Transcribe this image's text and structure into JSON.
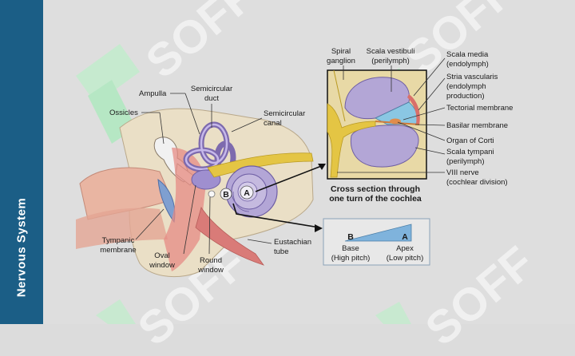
{
  "sidebar": {
    "title": "Nervous  System"
  },
  "watermark": {
    "text": "SOFF"
  },
  "labels": {
    "ampulla": "Ampulla",
    "semicircular_duct": [
      "Semicircular",
      "duct"
    ],
    "ossicles": "Ossicles",
    "semicircular_canal": [
      "Semicircular",
      "canal"
    ],
    "tympanic_membrane": [
      "Tympanic",
      "membrane"
    ],
    "oval_window": [
      "Oval",
      "window"
    ],
    "round_window": [
      "Round",
      "window"
    ],
    "eustachian_tube": [
      "Eustachian",
      "tube"
    ],
    "marker_b": "B",
    "marker_a": "A"
  },
  "cross_section": {
    "spiral_ganglion": [
      "Spiral",
      "ganglion"
    ],
    "scala_vestibuli": [
      "Scala vestibuli",
      "(perilymph)"
    ],
    "scala_media": [
      "Scala media",
      "(endolymph)"
    ],
    "stria_vascularis": [
      "Stria vascularis",
      "(endolymph",
      "production)"
    ],
    "tectorial_membrane": "Tectorial membrane",
    "basilar_membrane": "Basilar membrane",
    "organ_of_corti": "Organ of Corti",
    "scala_tympani": [
      "Scala tympani",
      "(perilymph)"
    ],
    "viii_nerve": [
      "VIII nerve",
      "(cochlear division)"
    ],
    "caption": [
      "Cross section through",
      "one turn of the cochlea"
    ]
  },
  "pitch_box": {
    "b": "B",
    "a": "A",
    "base": [
      "Base",
      "(High pitch)"
    ],
    "apex": [
      "Apex",
      "(Low pitch)"
    ]
  },
  "colors": {
    "sidebar": "#1b5e86",
    "background": "#dedede",
    "cochlea": "#b3a6d6",
    "bone": "#eadfc6",
    "tissue": "#e9b5a2",
    "nerve": "#e4c544",
    "tympanic_membrane": "#7f9fd0",
    "pitch_wedge": "#7fb3dc"
  }
}
